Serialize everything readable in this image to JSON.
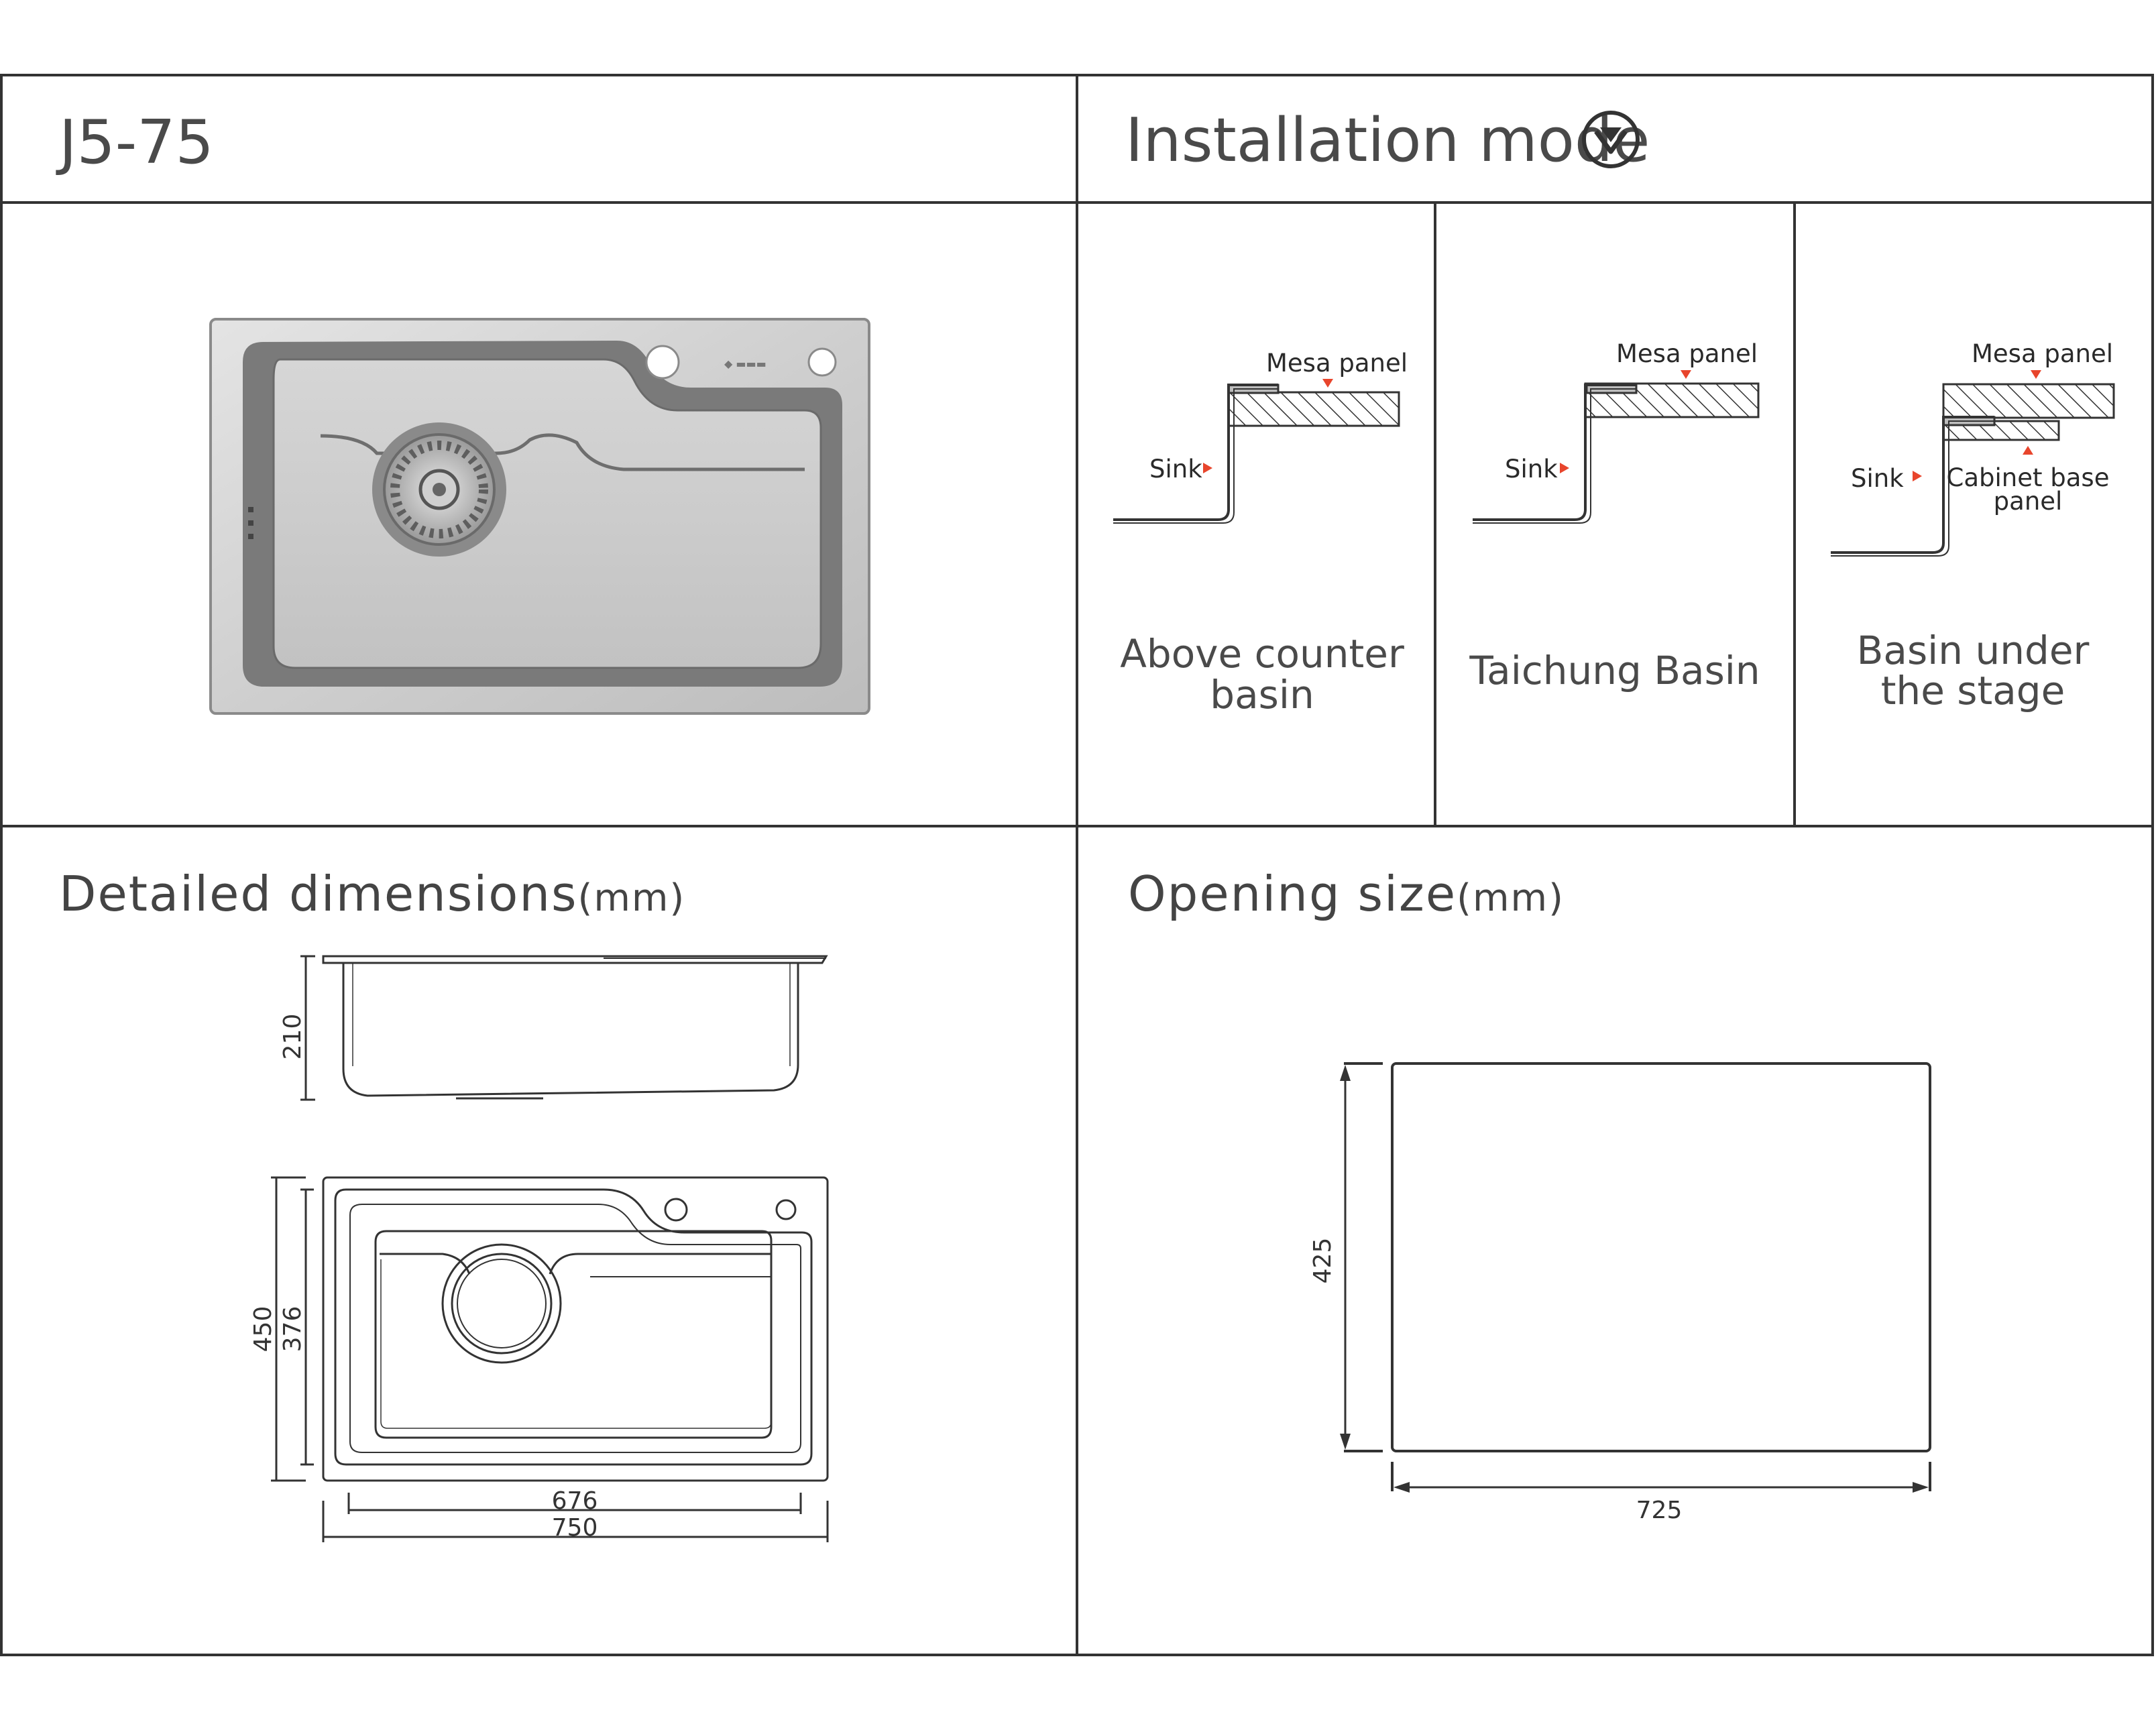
{
  "header": {
    "model": "J5-75",
    "installation_title": "Installation mode"
  },
  "installation_modes": [
    {
      "name_line1": "Above counter",
      "name_line2": "basin",
      "sink_label": "Sink",
      "panel_label": "Mesa panel"
    },
    {
      "name_line1": "Taichung Basin",
      "name_line2": "",
      "sink_label": "Sink",
      "panel_label": "Mesa panel"
    },
    {
      "name_line1": "Basin under",
      "name_line2": "the stage",
      "sink_label": "Sink",
      "panel_label": "Mesa panel",
      "base_label_line1": "Cabinet base",
      "base_label_line2": "panel"
    }
  ],
  "detailed_dimensions": {
    "title": "Detailed dimensions",
    "unit": "(mm)",
    "depth": "210",
    "outer_width": "750",
    "inner_width": "676",
    "outer_length": "450",
    "inner_length": "376"
  },
  "opening_size": {
    "title": "Opening size",
    "unit": "(mm)",
    "width": "725",
    "height": "425"
  },
  "colors": {
    "grid": "#333333",
    "accent_arrow": "#e8452c",
    "steel": "#c9c9c9"
  }
}
